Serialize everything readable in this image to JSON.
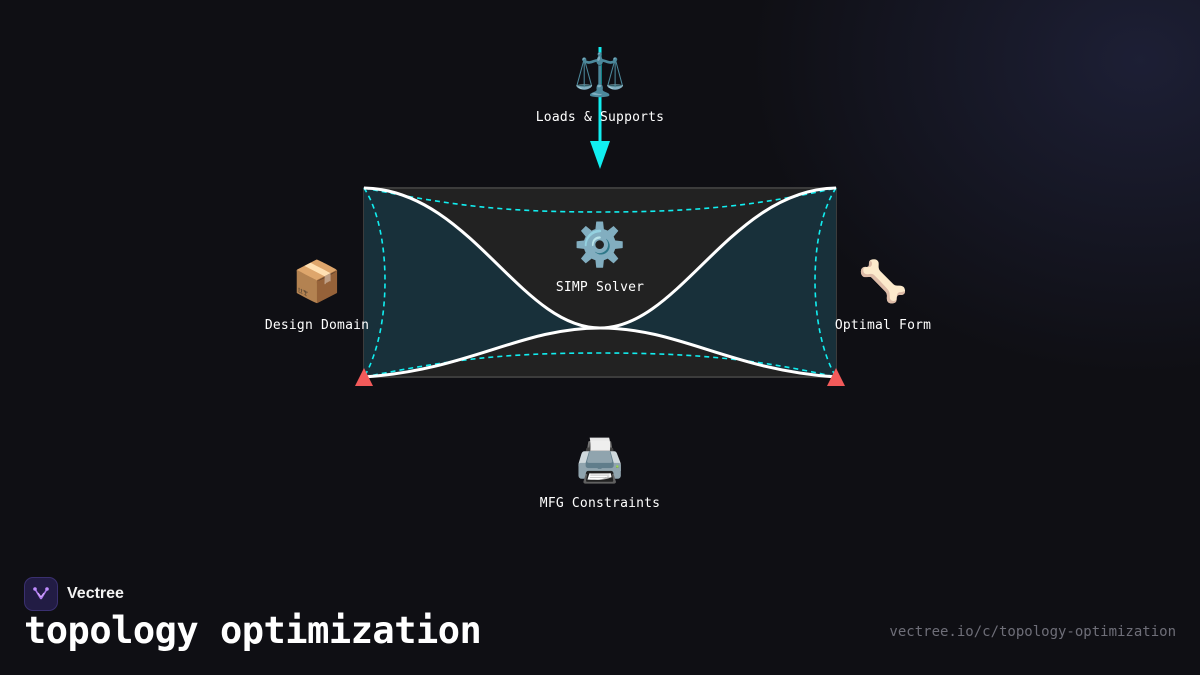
{
  "diagram": {
    "nodes": {
      "loads": {
        "label": "Loads & Supports",
        "icon": "balance-scale-icon",
        "glyph": "⚖️"
      },
      "design": {
        "label": "Design Domain",
        "icon": "package-icon",
        "glyph": "📦"
      },
      "solver": {
        "label": "SIMP Solver",
        "icon": "gear-icon",
        "glyph": "⚙️"
      },
      "optimal": {
        "label": "Optimal Form",
        "icon": "bone-icon",
        "glyph": "🦴"
      },
      "mfg": {
        "label": "MFG Constraints",
        "icon": "printer-icon",
        "glyph": "🖨️"
      }
    },
    "colors": {
      "load_arrow": "#11eef0",
      "domain_fill": "#18303a",
      "domain_frame": "#222222",
      "optimized_outline": "#ffffff",
      "constraint_dashes": "#11eef0",
      "supports": "#f25a5a"
    }
  },
  "footer": {
    "brand": "Vectree",
    "title": "topology optimization",
    "url": "vectree.io/c/topology-optimization"
  }
}
